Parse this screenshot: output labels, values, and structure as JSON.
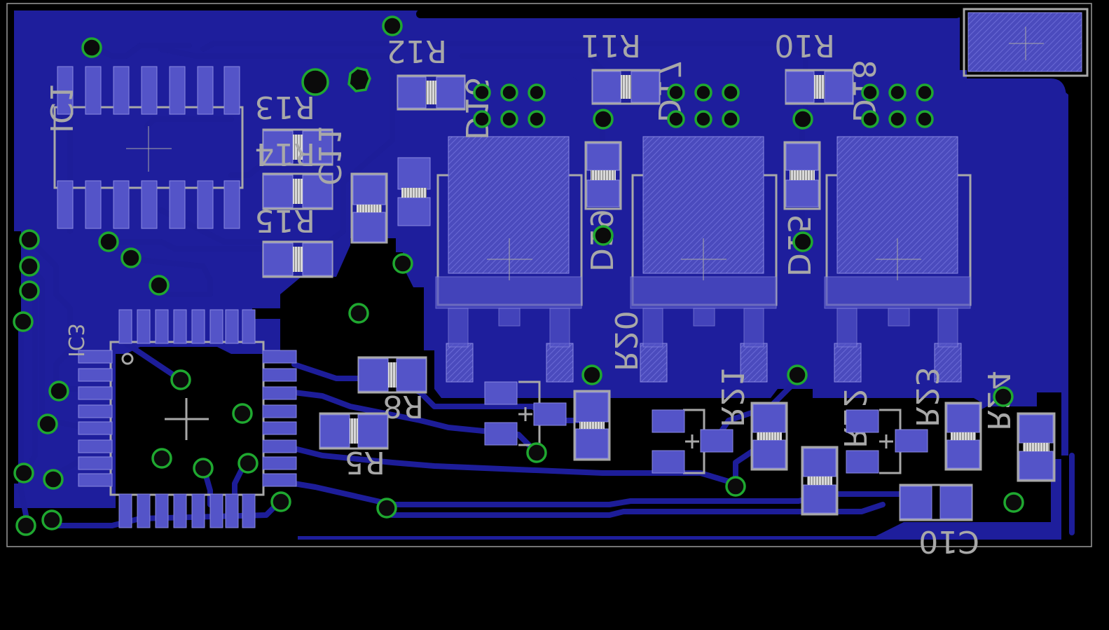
{
  "board": {
    "background": "#000000",
    "copper_color": "#1e1e9c",
    "pad_color": "#5454c8",
    "silkscreen_color": "#a8a8a8",
    "via_ring_color": "#1fa830",
    "view": "bottom (mirrored)"
  },
  "labels": {
    "ic1": "IC1",
    "ic3": "IC3",
    "r5": "R5",
    "r8": "R8",
    "r10": "R10",
    "r11": "R11",
    "r12": "R12",
    "r13": "R13",
    "r14": "R14",
    "r15": "R15",
    "r20": "R20",
    "r21": "R21",
    "r22": "R22",
    "r23": "R23",
    "r24": "R24",
    "c10": "C10",
    "c11": "C11",
    "d16": "D16",
    "d17": "D17",
    "d18": "D18",
    "d19": "D19",
    "d15": "D15"
  }
}
